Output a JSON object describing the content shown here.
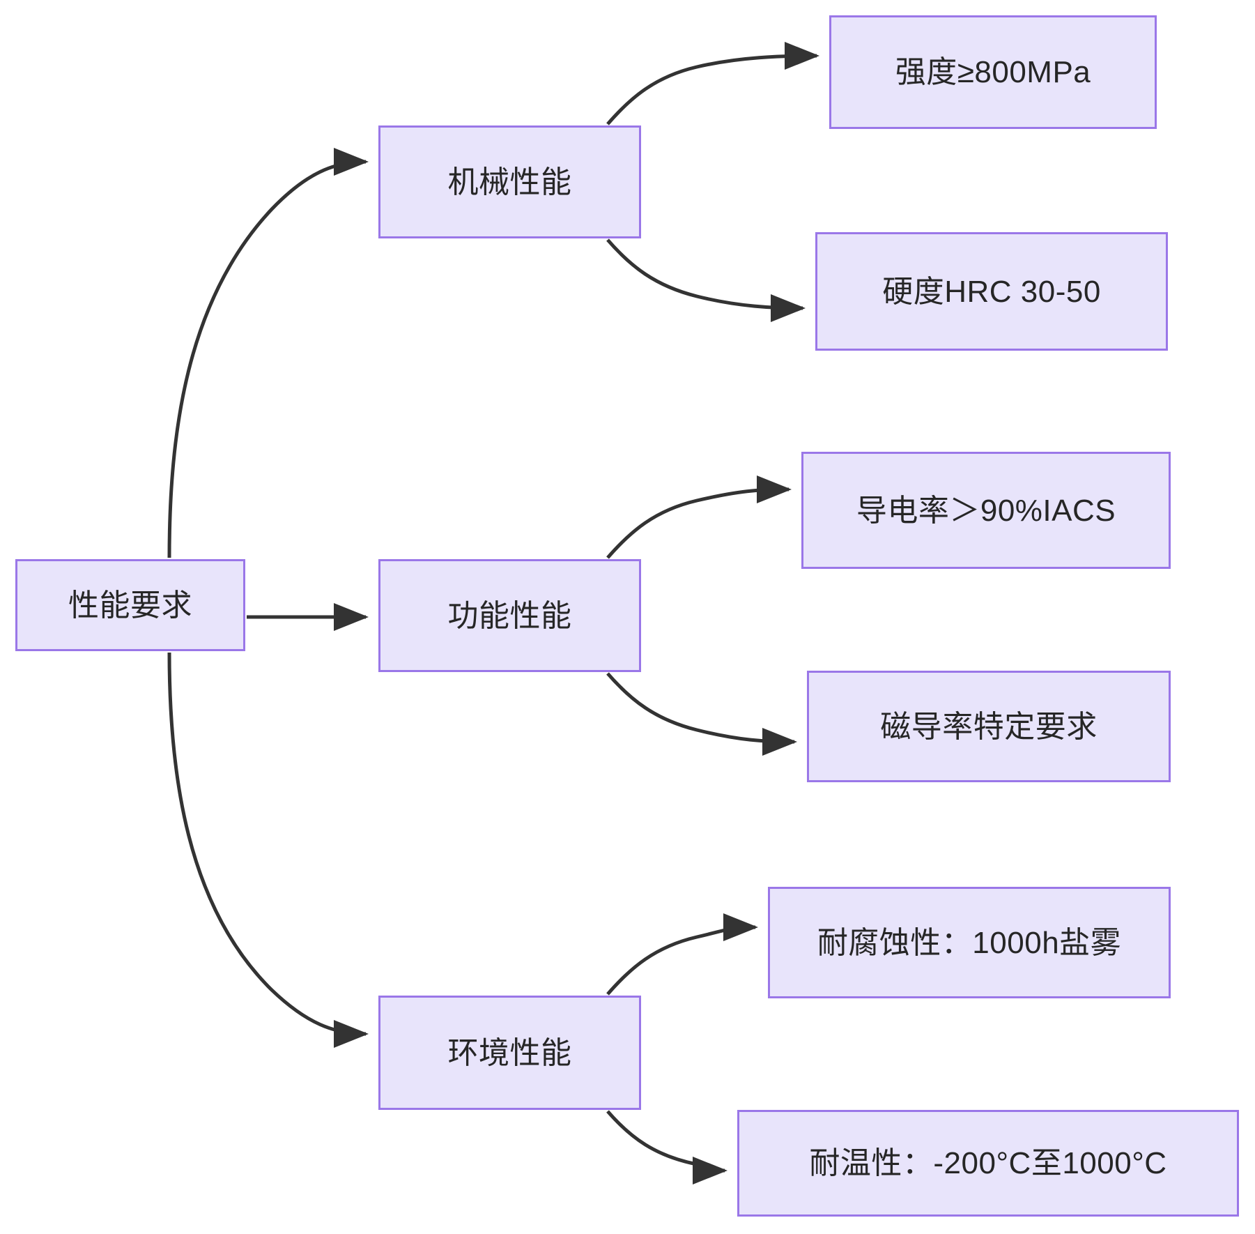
{
  "diagram": {
    "title": "性能要求",
    "type": "flowchart",
    "direction": "left-to-right",
    "colors": {
      "node_fill": "#e8e4fb",
      "node_border": "#9a77e8",
      "node_text": "#262626",
      "edge": "#333333",
      "background": "#ffffff"
    },
    "nodes": {
      "root": {
        "label": "性能要求"
      },
      "mechanical": {
        "label": "机械性能"
      },
      "functional": {
        "label": "功能性能"
      },
      "environmental": {
        "label": "环境性能"
      },
      "strength": {
        "label": "强度≥800MPa"
      },
      "hardness": {
        "label": "硬度HRC 30-50"
      },
      "conductivity": {
        "label": "导电率＞90%IACS"
      },
      "magnetic": {
        "label": "磁导率特定要求"
      },
      "corrosion": {
        "label": "耐腐蚀性：1000h盐雾"
      },
      "temperature": {
        "label": "耐温性：-200°C至1000°C"
      }
    },
    "edges": [
      {
        "from": "root",
        "to": "mechanical"
      },
      {
        "from": "root",
        "to": "functional"
      },
      {
        "from": "root",
        "to": "environmental"
      },
      {
        "from": "mechanical",
        "to": "strength"
      },
      {
        "from": "mechanical",
        "to": "hardness"
      },
      {
        "from": "functional",
        "to": "conductivity"
      },
      {
        "from": "functional",
        "to": "magnetic"
      },
      {
        "from": "environmental",
        "to": "corrosion"
      },
      {
        "from": "environmental",
        "to": "temperature"
      }
    ]
  }
}
